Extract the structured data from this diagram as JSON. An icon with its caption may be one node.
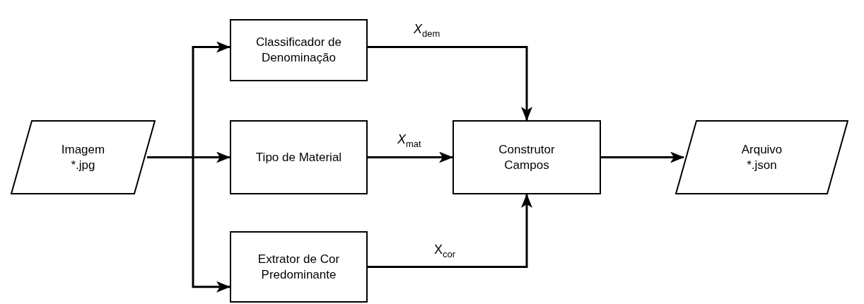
{
  "diagram": {
    "nodes": [
      {
        "text": [
          "Imagem *.jpg"
        ]
      },
      {
        "text": [
          "Classificador de Denominação"
        ]
      },
      {
        "text": [
          "Tipo de Material"
        ]
      },
      {
        "text": [
          "Extrator de Cor Predominante"
        ]
      },
      {
        "text": [
          "Construtor Campos"
        ]
      },
      {
        "text": [
          "Arquivo *.json"
        ]
      }
    ],
    "edges": [
      {
        "from": 0,
        "to": 1,
        "arrow": "to"
      },
      {
        "from": 0,
        "to": 2,
        "arrow": "to"
      },
      {
        "from": 0,
        "to": 3,
        "arrow": "to"
      },
      {
        "from": 1,
        "to": 4,
        "arrow": "to",
        "label": "*X*$_{dem}$"
      },
      {
        "from": 2,
        "to": 4,
        "arrow": "to",
        "label": "*X*$_{mat}$"
      },
      {
        "from": 3,
        "to": 4,
        "arrow": "to",
        "label": "X$_{cor}$"
      },
      {
        "from": 4,
        "to": 5,
        "arrow": "to"
      }
    ]
  }
}
